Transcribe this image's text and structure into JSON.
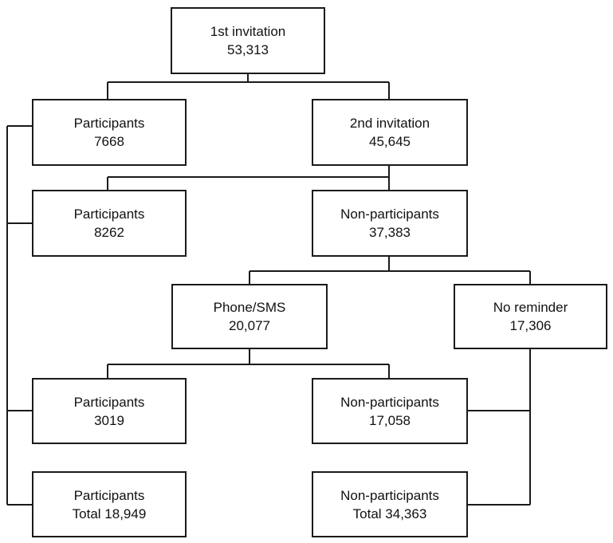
{
  "nodes": {
    "first_invitation": {
      "label": "1st invitation",
      "value": "53,313"
    },
    "participants_1": {
      "label": "Participants",
      "value": "7668"
    },
    "second_invitation": {
      "label": "2nd invitation",
      "value": "45,645"
    },
    "participants_2": {
      "label": "Participants",
      "value": "8262"
    },
    "non_participants_2": {
      "label": "Non-participants",
      "value": "37,383"
    },
    "phone_sms": {
      "label": "Phone/SMS",
      "value": "20,077"
    },
    "no_reminder": {
      "label": "No reminder",
      "value": "17,306"
    },
    "participants_3": {
      "label": "Participants",
      "value": "3019"
    },
    "non_participants_3": {
      "label": "Non-participants",
      "value": "17,058"
    },
    "participants_total": {
      "label": "Participants",
      "value": "Total 18,949"
    },
    "non_participants_total": {
      "label": "Non-participants",
      "value": "Total 34,363"
    }
  },
  "colors": {
    "line": "#1a1a1a",
    "box_border": "#1a1a1a",
    "text": "#111111",
    "background": "#ffffff"
  }
}
